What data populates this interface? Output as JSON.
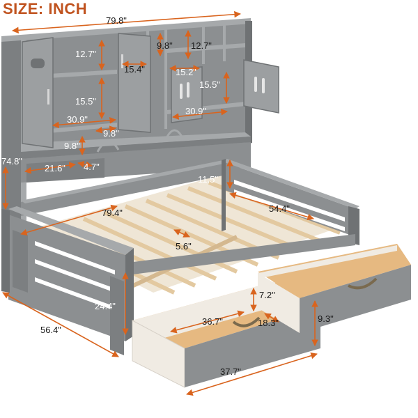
{
  "title": "SIZE: INCH",
  "colors": {
    "wood": "#8c8f91",
    "wood_dark": "#6f7274",
    "wood_light": "#a6a9ab",
    "slat": "#e3c9a0",
    "drawer_inner": "#f0ebe3",
    "accent": "#d9641e"
  },
  "dimensions": {
    "overall_width": "79.8\"",
    "shelf_height_left": "12.7\"",
    "shelf_width_upper": "15.4\"",
    "shelf_height_mid": "9.8\"",
    "shelf_height_right": "12.7\"",
    "shelf_width_right": "15.2\"",
    "cabinet_height_left": "15.5\"",
    "cabinet_height_right": "15.5\"",
    "cabinet_width_left": "30.9\"",
    "cabinet_width_right": "30.9\"",
    "compartment_width": "9.8\"",
    "bottom_shelf_height": "9.8\"",
    "bottom_shelf_width": "21.6\"",
    "bottom_shelf_depth": "4.7\"",
    "headboard_height": "74.8\"",
    "siderail_height": "11.5\"",
    "mattress_length": "79.4\"",
    "mattress_width": "54.4\"",
    "slat_gap": "5.6\"",
    "footboard_height": "24.4\"",
    "bed_depth": "56.4\"",
    "drawer_depth": "7.2\"",
    "drawer_inner_length": "36.7\"",
    "drawer_inner_width": "18.3\"",
    "drawer_height": "9.3\"",
    "drawer_length": "37.7\""
  }
}
